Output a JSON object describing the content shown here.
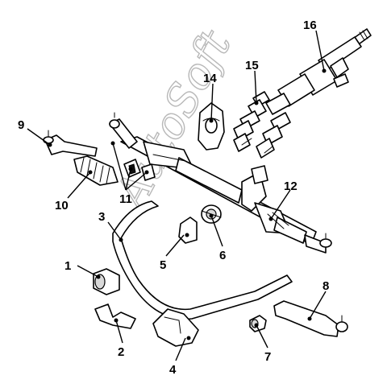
{
  "watermark": "AutoSoft",
  "callouts": [
    {
      "id": "1",
      "label": "1"
    },
    {
      "id": "2",
      "label": "2"
    },
    {
      "id": "3",
      "label": "3"
    },
    {
      "id": "4",
      "label": "4"
    },
    {
      "id": "5",
      "label": "5"
    },
    {
      "id": "6",
      "label": "6"
    },
    {
      "id": "7",
      "label": "7"
    },
    {
      "id": "8",
      "label": "8"
    },
    {
      "id": "9",
      "label": "9"
    },
    {
      "id": "10",
      "label": "10"
    },
    {
      "id": "11",
      "label": "11"
    },
    {
      "id": "12",
      "label": "12"
    },
    {
      "id": "14",
      "label": "14"
    },
    {
      "id": "15",
      "label": "15"
    },
    {
      "id": "16",
      "label": "16"
    }
  ]
}
